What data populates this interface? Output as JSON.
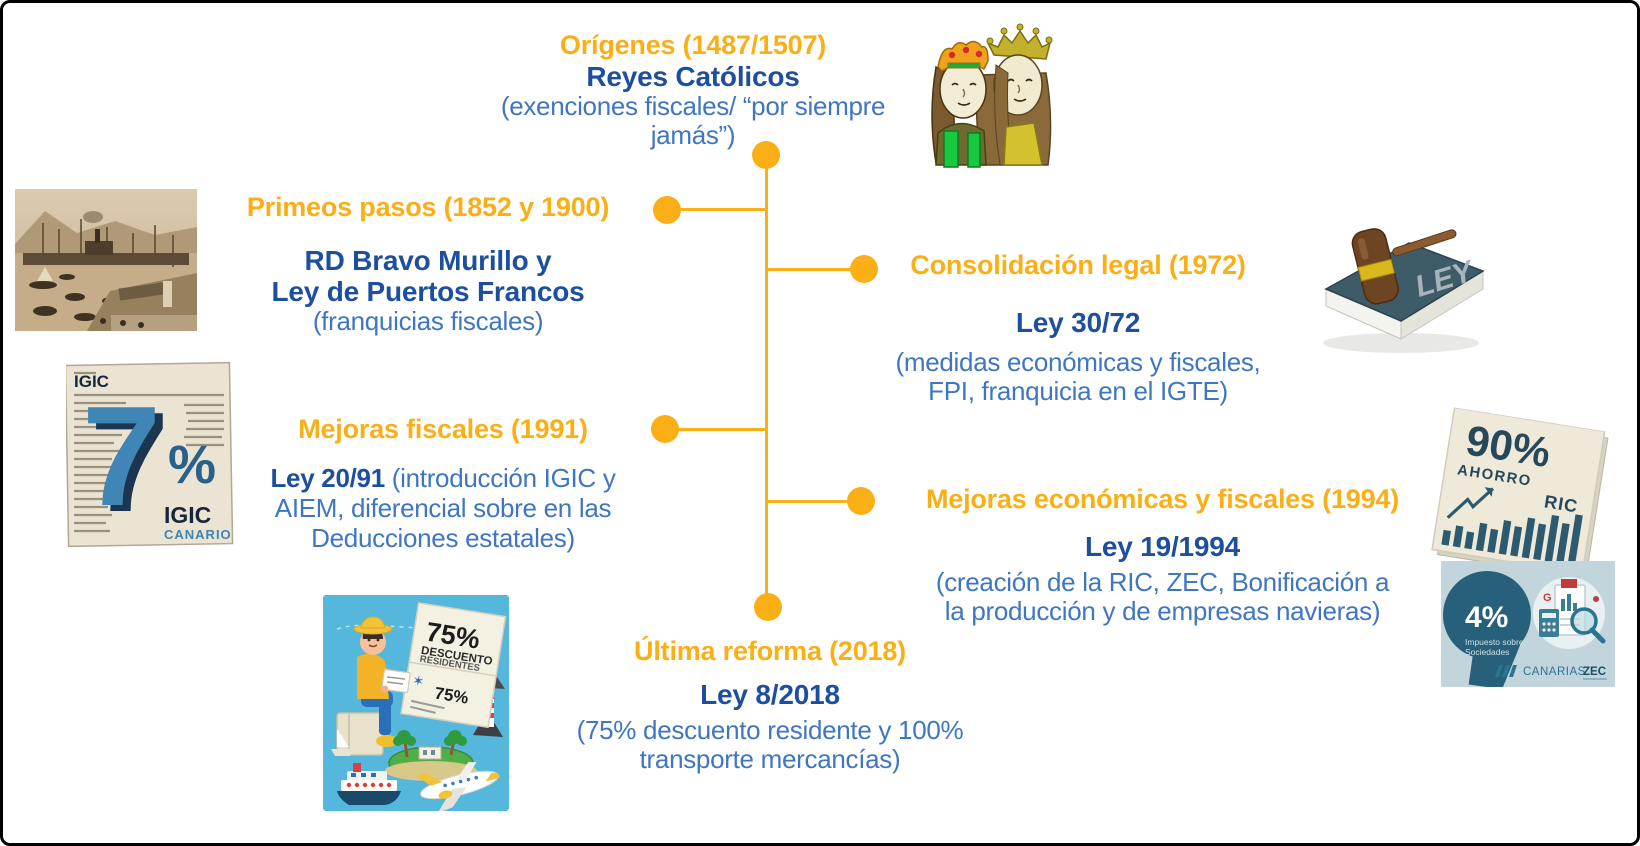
{
  "colors": {
    "accent": "#FBAF17",
    "heading_blue": "#1D4F9E",
    "body_blue": "#3E76C2",
    "teal": "#2A6076"
  },
  "events": {
    "origenes": {
      "title": "Orígenes (1487/1507)",
      "law": "Reyes Católicos",
      "desc1": "(exenciones fiscales/ “por siempre",
      "desc2": "jamás”)"
    },
    "primeros_pasos": {
      "title": "Primeos pasos (1852 y 1900)",
      "law1": "RD Bravo Murillo y",
      "law2": "Ley de Puertos Francos",
      "desc1": "(franquicias fiscales)"
    },
    "consolidacion": {
      "title": "Consolidación legal (1972)",
      "law": "Ley 30/72",
      "desc1": "(medidas económicas y fiscales,",
      "desc2": "FPI, franquicia en el IGTE)"
    },
    "mejoras_fiscales": {
      "title": "Mejoras fiscales (1991)",
      "law": "Ley 20/91",
      "desc_inline": " (introducción IGIC y",
      "desc2": "AIEM, diferencial sobre en las",
      "desc3": "Deducciones estatales)"
    },
    "mejoras_economicas": {
      "title": "Mejoras económicas y fiscales (1994)",
      "law": "Ley 19/1994",
      "desc1": "(creación de la RIC, ZEC, Bonificación a",
      "desc2": "la producción y de empresas navieras)"
    },
    "ultima_reforma": {
      "title": "Última reforma (2018)",
      "law": "Ley 8/2018",
      "desc1": "(75% descuento residente y 100%",
      "desc2": "transporte mercancías)"
    }
  },
  "artwork": {
    "law_book": {
      "label": "LEY"
    },
    "igic": {
      "header": "IGIC",
      "big": "7",
      "pct": "%",
      "brand1": "IGIC",
      "brand2": "CANARIO"
    },
    "ric": {
      "big": "90%",
      "label1": "AHORRO",
      "label2": "RIC"
    },
    "zec": {
      "big": "4%",
      "small1": "Impuesto sobre",
      "small2": "Sociedades",
      "brand1": "CANARIAS",
      "brand2": "ZEC"
    },
    "discount": {
      "big": "75%",
      "line1": "DESCUENTO",
      "line2": "RESIDENTES",
      "big2": "75%"
    }
  }
}
